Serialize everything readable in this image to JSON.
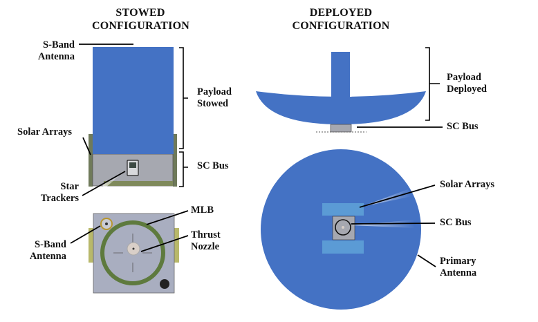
{
  "figure": {
    "stowed": {
      "title_line1": "STOWED",
      "title_line2": "CONFIGURATION",
      "labels": {
        "s_band_antenna_top": [
          "S-Band",
          "Antenna"
        ],
        "payload_stowed": [
          "Payload",
          "Stowed"
        ],
        "solar_arrays": "Solar Arrays",
        "sc_bus": "SC Bus",
        "star_trackers": [
          "Star",
          "Trackers"
        ],
        "mlb": "MLB",
        "s_band_antenna_bottom": [
          "S-Band",
          "Antenna"
        ],
        "thrust_nozzle": [
          "Thrust",
          "Nozzle"
        ]
      }
    },
    "deployed": {
      "title_line1": "DEPLOYED",
      "title_line2": "CONFIGURATION",
      "labels": {
        "payload_deployed": [
          "Payload",
          "Deployed"
        ],
        "sc_bus_side": "SC Bus",
        "solar_arrays": "Solar Arrays",
        "sc_bus_top": "SC Bus",
        "primary_antenna": [
          "Primary",
          "Antenna"
        ]
      }
    },
    "colors": {
      "payload_blue": "#4472C4",
      "solar_panel_blue": "#5B9BD5",
      "bus_gray": "#A6A8B0",
      "mlb_green": "#5E7A3E"
    }
  }
}
